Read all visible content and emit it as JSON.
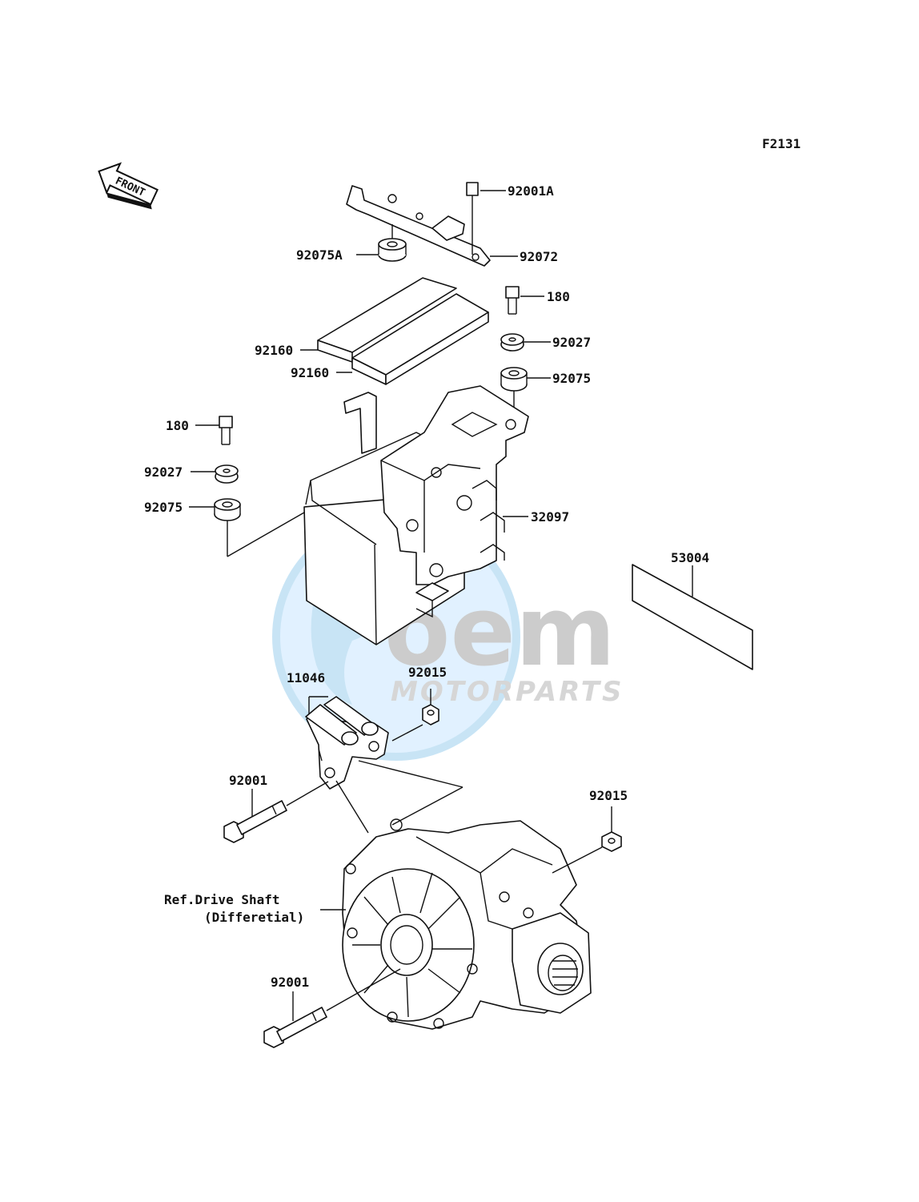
{
  "figure_code": "F2131",
  "front_marker": "FRONT",
  "watermark": {
    "brand": "oem",
    "sub": "MOTORPARTS",
    "globe_color": "#bfe0f4",
    "text_color": "#c9c9c9"
  },
  "callouts": {
    "p92001A": "92001A",
    "p92072": "92072",
    "p92075A": "92075A",
    "p180_right": "180",
    "p92027_right": "92027",
    "p92075_right": "92075",
    "p92160_a": "92160",
    "p92160_b": "92160",
    "p180_left": "180",
    "p92027_left": "92027",
    "p92075_left": "92075",
    "p32097": "32097",
    "p53004": "53004",
    "p11046": "11046",
    "p92015_upper": "92015",
    "p92015_lower": "92015",
    "p92001_upper": "92001",
    "p92001_lower": "92001"
  },
  "reference": {
    "line1": "Ref.Drive Shaft",
    "line2": "(Differetial)"
  }
}
